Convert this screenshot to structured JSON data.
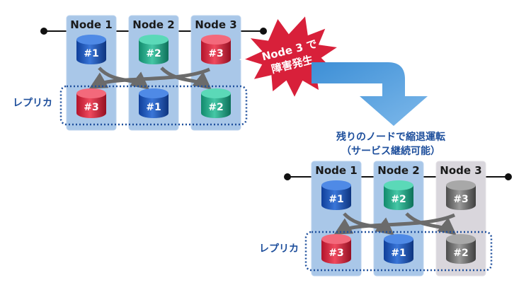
{
  "before": {
    "nodes": [
      "Node 1",
      "Node 2",
      "Node 3"
    ],
    "primary": [
      "#1",
      "#2",
      "#3"
    ],
    "replica": [
      "#3",
      "#1",
      "#2"
    ],
    "replica_label": "レプリカ"
  },
  "failure_burst": {
    "line1": "Node 3 で",
    "line2": "障害発生"
  },
  "caption": {
    "line1": "残りのノードで縮退運転",
    "line2": "（サービス継続可能）"
  },
  "after": {
    "nodes": [
      "Node 1",
      "Node 2",
      "Node 3"
    ],
    "primary": [
      "#1",
      "#2",
      "#3"
    ],
    "replica": [
      "#3",
      "#1",
      "#2"
    ],
    "replica_label": "レプリカ"
  },
  "colors": {
    "panel": "#a9c7e8",
    "failed_panel": "#d9d6dc",
    "blue_disk": "#1c52b8",
    "green_disk": "#1fa88a",
    "red_disk": "#d8203a",
    "gray_disk": "#6e6e6e",
    "burst_fill": "#d8203a",
    "accent_blue": "#4a9ad8"
  }
}
